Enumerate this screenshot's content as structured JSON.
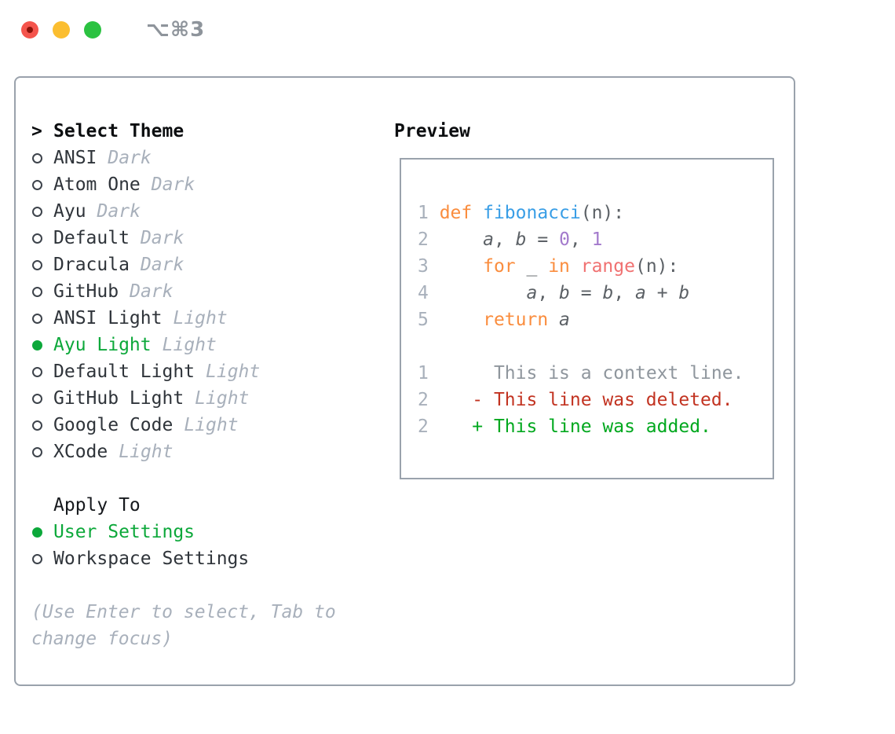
{
  "window": {
    "title": "⌥⌘3"
  },
  "traffic_lights": {
    "close": "close-button",
    "minimize": "minimize-button",
    "zoom": "zoom-button"
  },
  "theme_picker": {
    "pointer": ">",
    "header": "Select Theme",
    "items": [
      {
        "label": "ANSI",
        "tag": "Dark",
        "selected": false
      },
      {
        "label": "Atom One",
        "tag": "Dark",
        "selected": false
      },
      {
        "label": "Ayu",
        "tag": "Dark",
        "selected": false
      },
      {
        "label": "Default",
        "tag": "Dark",
        "selected": false
      },
      {
        "label": "Dracula",
        "tag": "Dark",
        "selected": false
      },
      {
        "label": "GitHub",
        "tag": "Dark",
        "selected": false
      },
      {
        "label": "ANSI Light",
        "tag": "Light",
        "selected": false
      },
      {
        "label": "Ayu Light",
        "tag": "Light",
        "selected": true
      },
      {
        "label": "Default Light",
        "tag": "Light",
        "selected": false
      },
      {
        "label": "GitHub Light",
        "tag": "Light",
        "selected": false
      },
      {
        "label": "Google Code",
        "tag": "Light",
        "selected": false
      },
      {
        "label": "XCode",
        "tag": "Light",
        "selected": false
      }
    ],
    "apply_to": {
      "header": "Apply To",
      "options": [
        {
          "label": "User Settings",
          "selected": true
        },
        {
          "label": "Workspace Settings",
          "selected": false
        }
      ]
    },
    "hint_lines": [
      "(Use Enter to select, Tab to",
      "change focus)"
    ]
  },
  "preview": {
    "header": "Preview",
    "code_lines": [
      [
        {
          "t": "1 ",
          "s": "ln"
        },
        {
          "t": "def ",
          "s": "kw"
        },
        {
          "t": "fibonacci",
          "s": "fn"
        },
        {
          "t": "(n):",
          "s": "pl"
        }
      ],
      [
        {
          "t": "2 ",
          "s": "ln"
        },
        {
          "t": "    ",
          "s": "pl"
        },
        {
          "t": "a",
          "s": "var"
        },
        {
          "t": ", ",
          "s": "pl"
        },
        {
          "t": "b",
          "s": "var"
        },
        {
          "t": " = ",
          "s": "pl"
        },
        {
          "t": "0",
          "s": "num"
        },
        {
          "t": ", ",
          "s": "pl"
        },
        {
          "t": "1",
          "s": "num"
        }
      ],
      [
        {
          "t": "3 ",
          "s": "ln"
        },
        {
          "t": "    ",
          "s": "pl"
        },
        {
          "t": "for ",
          "s": "kw"
        },
        {
          "t": "_ ",
          "s": "pl"
        },
        {
          "t": "in ",
          "s": "kw"
        },
        {
          "t": "range",
          "s": "bi"
        },
        {
          "t": "(n):",
          "s": "pl"
        }
      ],
      [
        {
          "t": "4 ",
          "s": "ln"
        },
        {
          "t": "        ",
          "s": "pl"
        },
        {
          "t": "a",
          "s": "var"
        },
        {
          "t": ", ",
          "s": "pl"
        },
        {
          "t": "b",
          "s": "var"
        },
        {
          "t": " = ",
          "s": "pl"
        },
        {
          "t": "b",
          "s": "var"
        },
        {
          "t": ", ",
          "s": "pl"
        },
        {
          "t": "a",
          "s": "var"
        },
        {
          "t": " + ",
          "s": "pl"
        },
        {
          "t": "b",
          "s": "var"
        }
      ],
      [
        {
          "t": "5 ",
          "s": "ln"
        },
        {
          "t": "    ",
          "s": "pl"
        },
        {
          "t": "return ",
          "s": "kw"
        },
        {
          "t": "a",
          "s": "var"
        }
      ],
      [],
      [
        {
          "t": "1",
          "s": "ln"
        },
        {
          "t": "      ",
          "s": "ctx"
        },
        {
          "t": "This is a context line.",
          "s": "ctx"
        }
      ],
      [
        {
          "t": "2",
          "s": "ln"
        },
        {
          "t": "    ",
          "s": "pl"
        },
        {
          "t": "- This line was deleted.",
          "s": "del"
        }
      ],
      [
        {
          "t": "2",
          "s": "ln"
        },
        {
          "t": "    ",
          "s": "pl"
        },
        {
          "t": "+ This line was added.",
          "s": "add"
        }
      ]
    ]
  },
  "colors": {
    "selection_green": "#0ca83a",
    "diff_red": "#c23321",
    "diff_green": "#00a81e",
    "keyword_orange": "#fa8d3e",
    "function_blue": "#399ee6",
    "number_purple": "#a37acc",
    "builtin_coral": "#f07171",
    "code_plain": "#5c6166",
    "context_gray": "#8f969d",
    "text_dark": "#2f343a",
    "muted_gray": "#a8b0bb",
    "panel_border": "#9aa2ac",
    "title_gray": "#8e949b",
    "traffic_red": "#f4544c",
    "traffic_yellow": "#fbbe30",
    "traffic_green": "#2bc241"
  }
}
